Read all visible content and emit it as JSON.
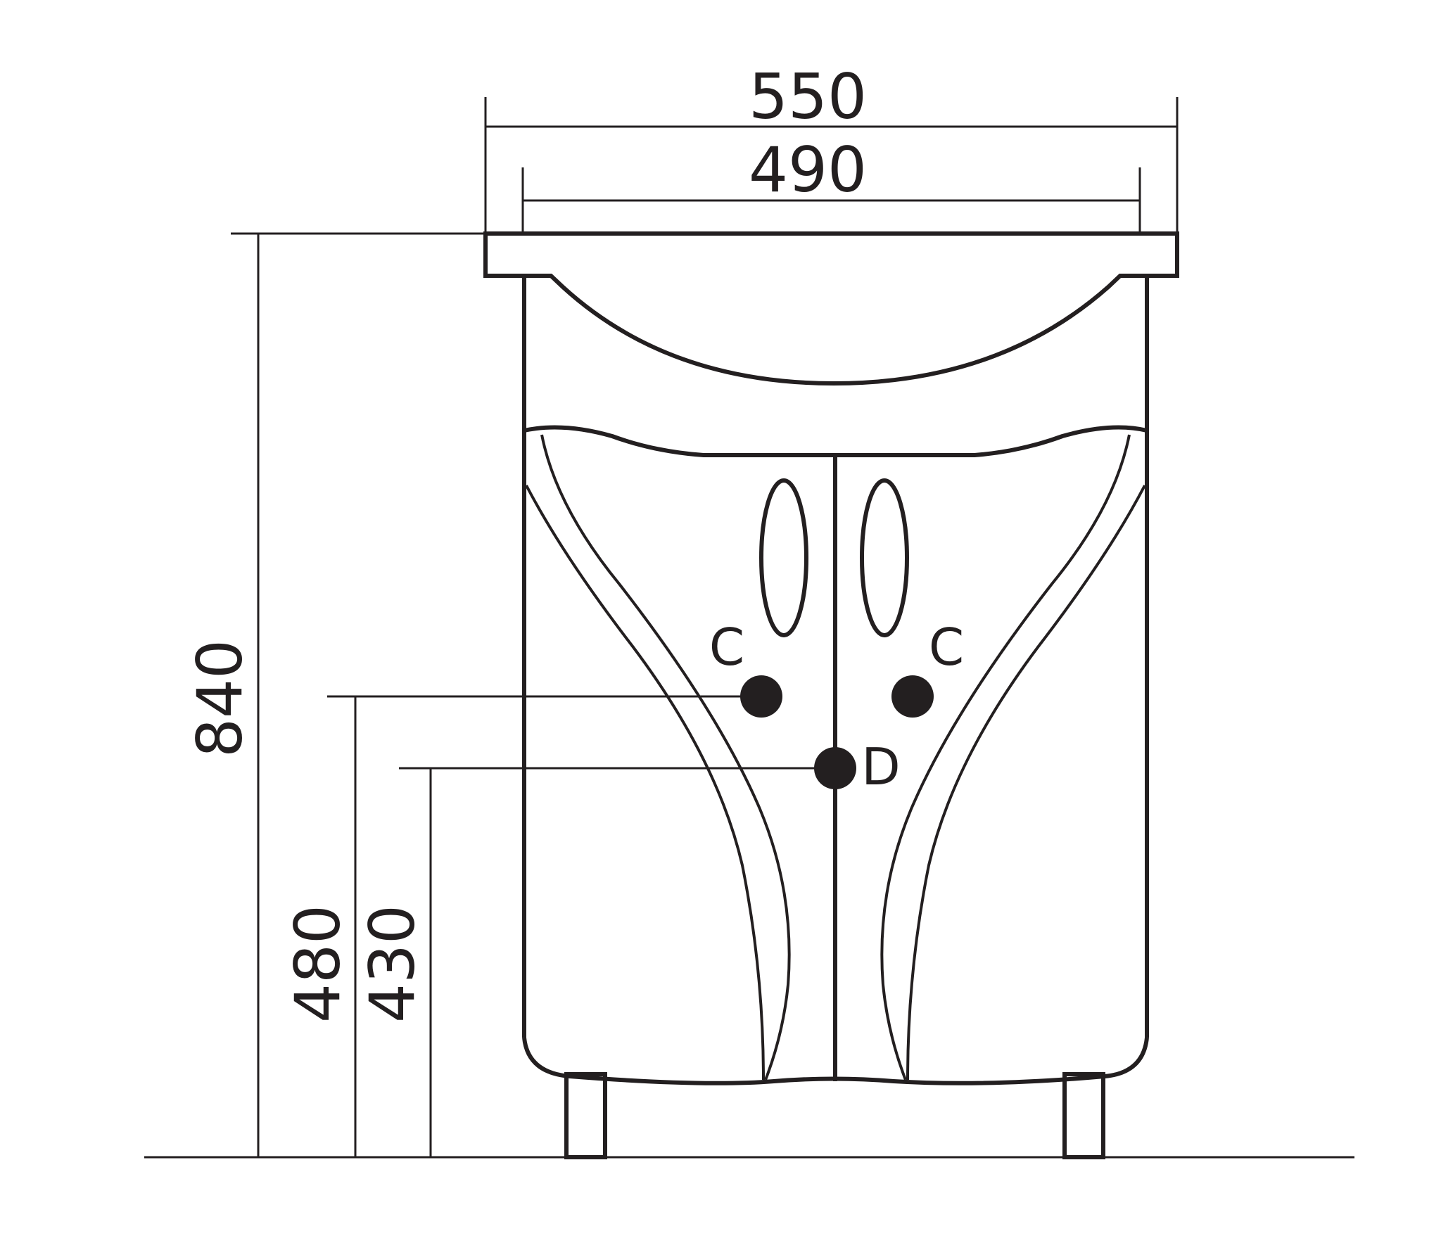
{
  "drawing": {
    "colors": {
      "line": "#231f20",
      "background": "#ffffff"
    },
    "dimensions": {
      "overall_width": "550",
      "cabinet_width": "490",
      "overall_height": "840",
      "outlet_c_height": "480",
      "outlet_d_height": "430"
    },
    "connection_labels": {
      "left_outlet": "C",
      "right_outlet": "C",
      "drain": "D"
    }
  }
}
